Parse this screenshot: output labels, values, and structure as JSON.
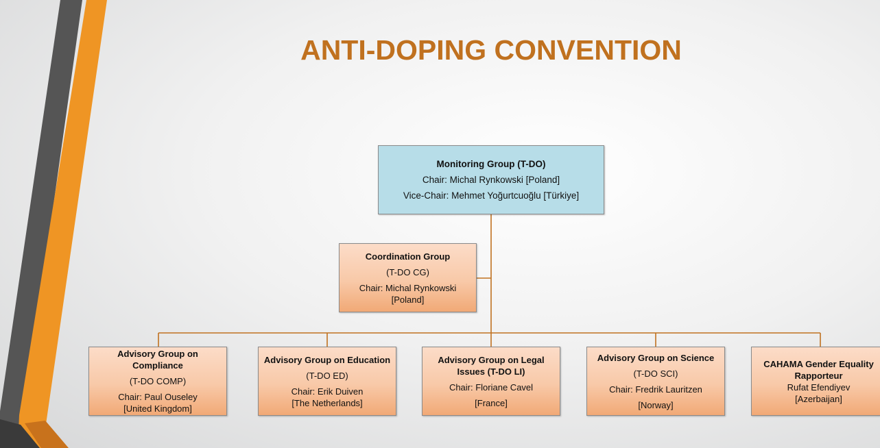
{
  "title": "ANTI-DOPING CONVENTION",
  "colors": {
    "title": "#c0711f",
    "connector": "#c0711f",
    "monitoring_fill": "#b7dde8",
    "group_fill": "#f8c9a8",
    "stripe_dark": "#555555",
    "stripe_orange": "#ef9524"
  },
  "monitoring": {
    "name": "Monitoring Group (T-DO)",
    "chair": "Chair: Michal Rynkowski [Poland]",
    "vice_chair": "Vice-Chair: Mehmet Yoğurtcuoğlu [Türkiye]"
  },
  "coordination": {
    "name": "Coordination Group",
    "code": "(T-DO CG)",
    "chair": "Chair: Michal Rynkowski",
    "country": "[Poland]"
  },
  "advisory": [
    {
      "name": "Advisory Group on Compliance",
      "code": "(T-DO COMP)",
      "chair": "Chair: Paul Ouseley",
      "country": "[United Kingdom]"
    },
    {
      "name": "Advisory Group on Education",
      "code": "(T-DO ED)",
      "chair": "Chair: Erik Duiven",
      "country": "[The Netherlands]"
    },
    {
      "name": "Advisory Group on Legal Issues",
      "code": "(T-DO LI)",
      "chair": "Chair: Floriane Cavel",
      "country": "[France]"
    },
    {
      "name": "Advisory Group on Science",
      "code": "(T-DO SCI)",
      "chair": "Chair: Fredrik Lauritzen",
      "country": "[Norway]"
    }
  ],
  "rapporteur": {
    "name": "CAHAMA Gender Equality Rapporteur",
    "person": "Rufat Efendiyev",
    "country": "[Azerbaijan]"
  }
}
